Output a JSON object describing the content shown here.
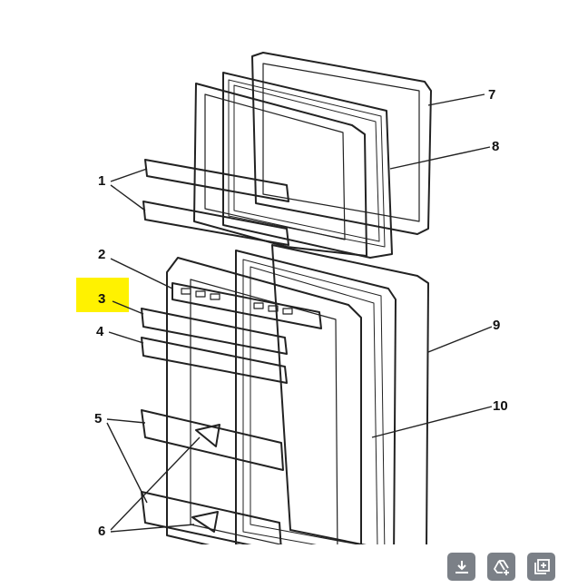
{
  "labels": [
    "1",
    "2",
    "3",
    "4",
    "5",
    "6",
    "7",
    "8",
    "9",
    "10"
  ],
  "highlight": {
    "label": "3",
    "color": "#fff200"
  },
  "toolbar": {
    "buttons": [
      {
        "name": "download",
        "icon": "download-icon"
      },
      {
        "name": "drive-save",
        "icon": "add-to-drive-icon"
      },
      {
        "name": "add-to-collection",
        "icon": "add-collection-icon"
      }
    ],
    "color": "#7b8087"
  }
}
